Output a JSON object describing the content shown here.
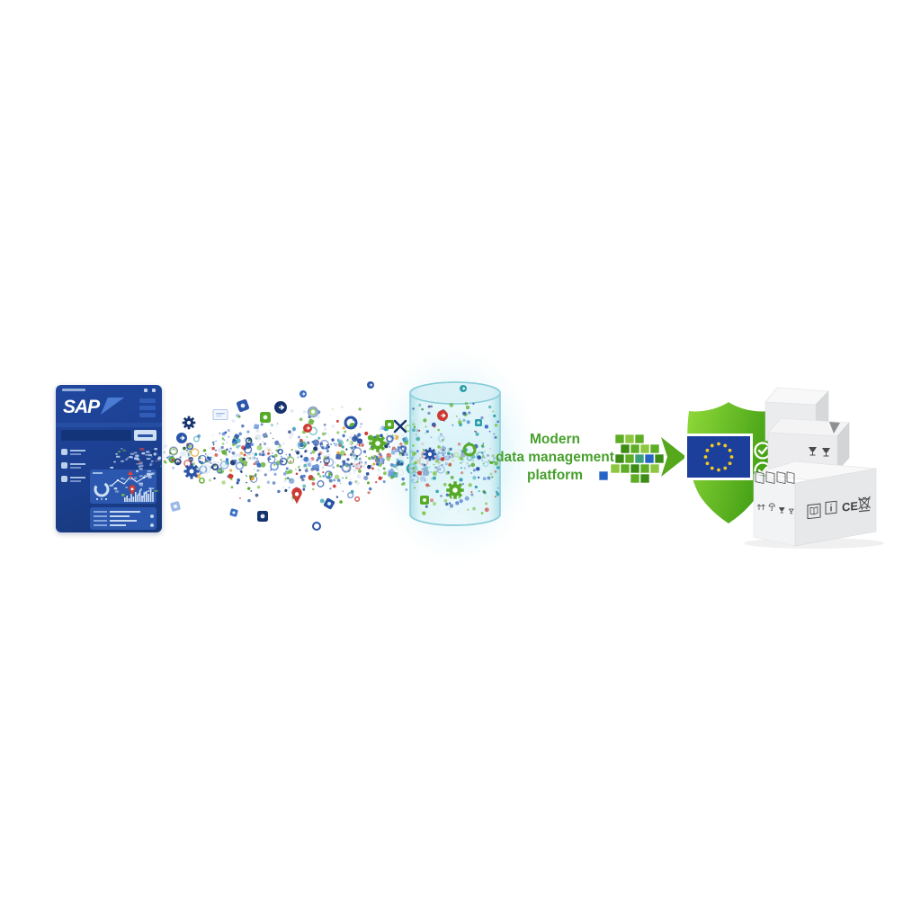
{
  "sap_screen": {
    "logo": "SAP",
    "colors": {
      "screen_bg": "#1b3e8e",
      "panel": "#2b57ae",
      "text_light": "#cfe0f5",
      "swoosh": "#4d80d6",
      "alert_red": "#e04438"
    }
  },
  "caption": {
    "lines": [
      "Modern",
      "data management",
      "platform"
    ],
    "color": "#47a02c"
  },
  "pixel_arrow": {
    "square_colors": {
      "g1": "#8dc63f",
      "g2": "#5fad26",
      "g3": "#3c8b15",
      "g4": "#2e7d32",
      "t1": "#3aa07a",
      "b1": "#2563c4"
    },
    "arrowhead_color": "#55a81c"
  },
  "shield": {
    "color_light": "#90da3a",
    "color_dark": "#44a015",
    "check_count": 2,
    "check_color": "#ffffff"
  },
  "eu_flag": {
    "field_color": "#1d3f9c",
    "star_color": "#f2c91e",
    "border_color": "#ffffff",
    "star_count": 12
  },
  "cylinder": {
    "fill": "#cdeef5",
    "stroke": "#85ccd8",
    "glow": "#9ae0ef"
  },
  "boxes": {
    "ce_mark": "CE",
    "face_top": "#f8f8f9",
    "face_front": "#ebecee",
    "face_side": "#d6d8da",
    "symbol_color": "#4a4a4a"
  },
  "particles": {
    "palette_outer": [
      "#2a54a8",
      "#3a6fc8",
      "#6b97d9",
      "#16336f",
      "#57aa28",
      "#7cc242",
      "#cc3a33",
      "#2aa0a8",
      "#dfe8f4",
      "#e0a020"
    ],
    "palette_inner": [
      "#2aa0a8",
      "#57aa28",
      "#7cc242",
      "#3a6fc8",
      "#2a54a8",
      "#cc3a33",
      "#d8f0ec"
    ]
  }
}
